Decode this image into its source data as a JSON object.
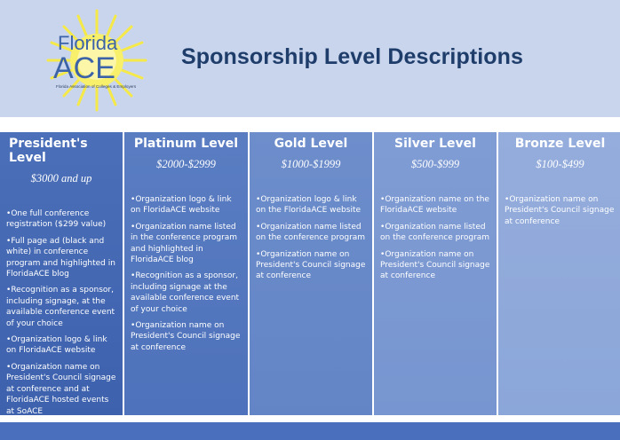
{
  "header": {
    "title": "Sponsorship Level Descriptions",
    "logo": {
      "word1": "Florida",
      "word2": "ACE",
      "tagline": "Florida Association of Colleges & Employers"
    }
  },
  "colors": {
    "header_bg": "#c9d5ec",
    "title": "#1f3d6b",
    "footer": "#4a70bd",
    "sun": "#f5e94a"
  },
  "levels": [
    {
      "name": "President's Level",
      "price": "$3000 and up",
      "benefits": [
        "One full conference registration ($299 value)",
        "Full page ad (black and white) in conference program and highlighted in FloridaACE blog",
        "Recognition as a sponsor, including signage, at the available conference event of your choice",
        "Organization logo & link on FloridaACE website",
        "Organization name on President's Council signage at conference and at FloridaACE hosted events at SoACE"
      ]
    },
    {
      "name": "Platinum Level",
      "price": "$2000-$2999",
      "benefits": [
        "Organization logo & link on FloridaACE website",
        "Organization name listed in the conference program and highlighted in FloridaACE blog",
        "Recognition as a sponsor, including signage at the available conference event of your choice",
        "Organization name on President's Council signage at conference"
      ]
    },
    {
      "name": "Gold Level",
      "price": "$1000-$1999",
      "benefits": [
        "Organization logo & link on the FloridaACE website",
        "Organization name listed on the conference program",
        "Organization name on President's Council signage at conference"
      ]
    },
    {
      "name": "Silver Level",
      "price": "$500-$999",
      "benefits": [
        "Organization name on the FloridaACE website",
        "Organization name listed on the conference program",
        "Organization name on President's Council signage at conference"
      ]
    },
    {
      "name": "Bronze Level",
      "price": "$100-$499",
      "benefits": [
        "Organization name on President's Council signage at conference"
      ]
    }
  ]
}
